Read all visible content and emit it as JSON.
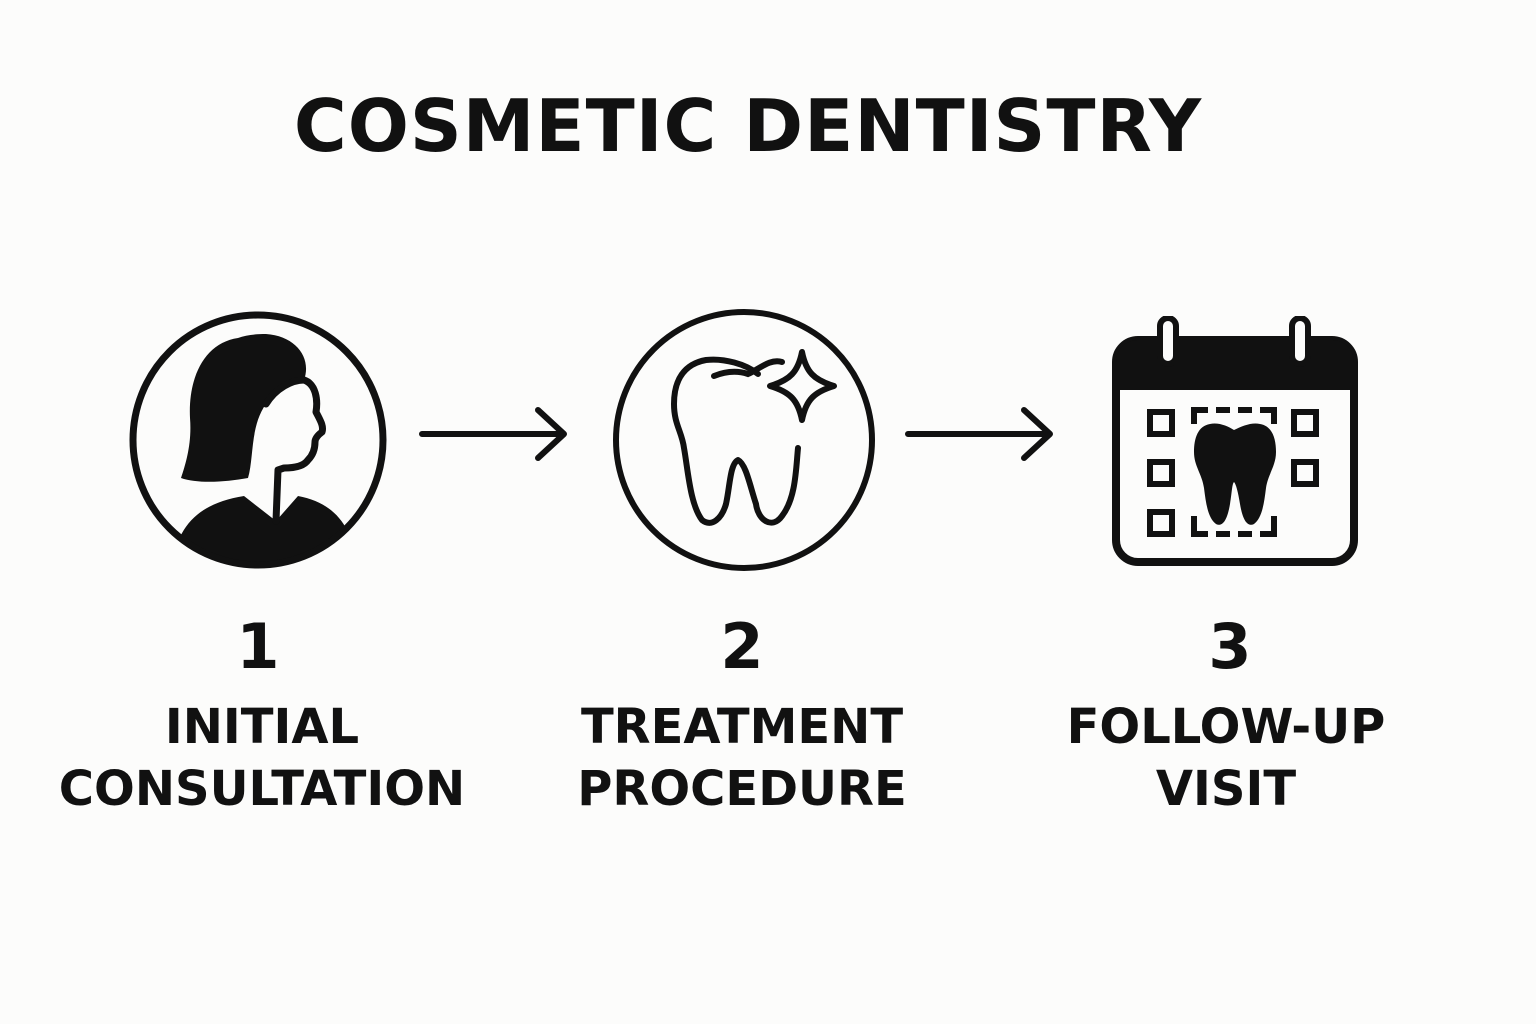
{
  "title": "COSMETIC DENTISTRY",
  "colors": {
    "ink": "#111111",
    "background": "#fcfcfb"
  },
  "steps": [
    {
      "number": "1",
      "label_lines": [
        "INITIAL",
        "CONSULTATION"
      ],
      "icon": "person-profile-icon"
    },
    {
      "number": "2",
      "label_lines": [
        "TREATMENT",
        "PROCEDURE"
      ],
      "icon": "tooth-sparkle-icon"
    },
    {
      "number": "3",
      "label_lines": [
        "FOLLOW-UP",
        "VISIT"
      ],
      "icon": "calendar-tooth-icon"
    }
  ],
  "connectors": [
    "arrow-right-icon",
    "arrow-right-icon"
  ]
}
